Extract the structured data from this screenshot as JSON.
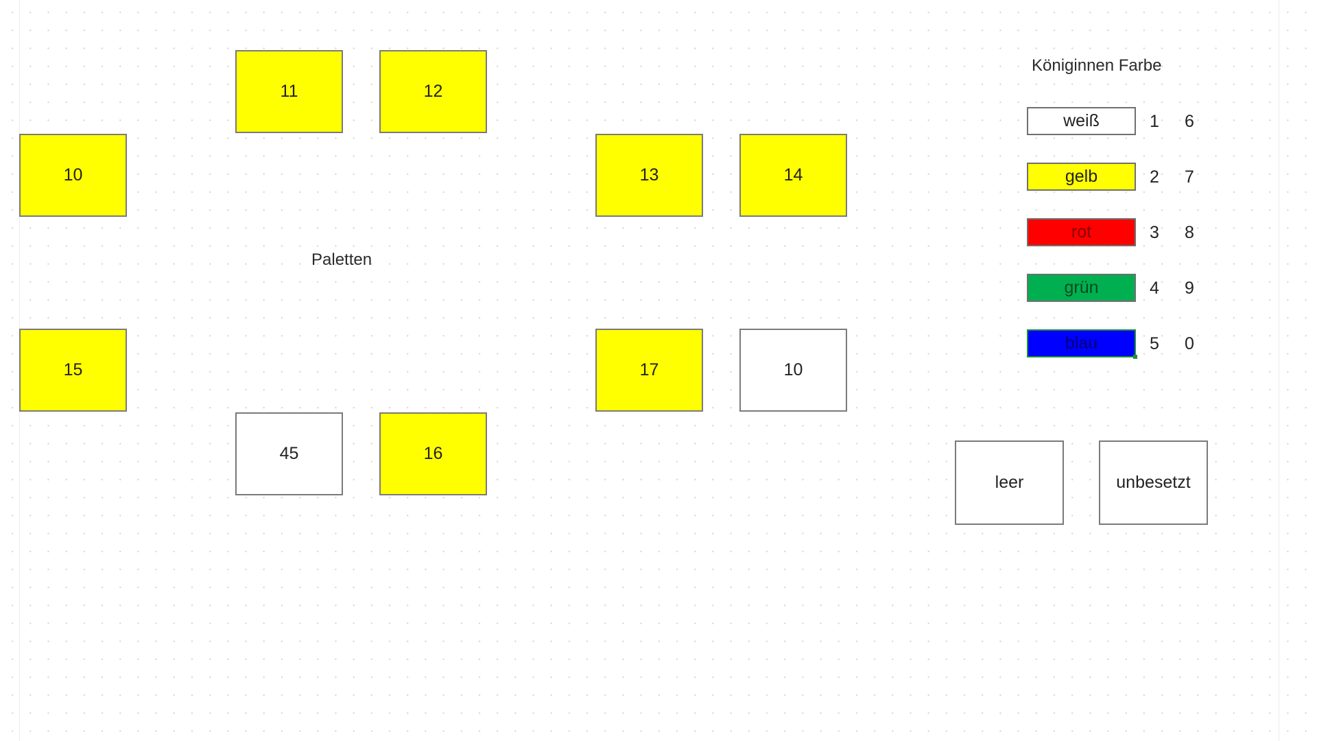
{
  "pallets": [
    {
      "label": "11",
      "fill": "#ffff00"
    },
    {
      "label": "12",
      "fill": "#ffff00"
    },
    {
      "label": "10",
      "fill": "#ffff00"
    },
    {
      "label": "13",
      "fill": "#ffff00"
    },
    {
      "label": "14",
      "fill": "#ffff00"
    },
    {
      "label": "15",
      "fill": "#ffff00"
    },
    {
      "label": "17",
      "fill": "#ffff00"
    },
    {
      "label": "10",
      "fill": "#ffffff"
    },
    {
      "label": "45",
      "fill": "#ffffff"
    },
    {
      "label": "16",
      "fill": "#ffff00"
    }
  ],
  "paletten_label": "Paletten",
  "legend": {
    "title": "Königinnen Farbe",
    "items": [
      {
        "label": "weiß",
        "color": "#ffffff",
        "text_color": "#222222",
        "num_a": "1",
        "num_b": "6"
      },
      {
        "label": "gelb",
        "color": "#ffff00",
        "text_color": "#222222",
        "num_a": "2",
        "num_b": "7"
      },
      {
        "label": "rot",
        "color": "#ff0000",
        "text_color": "#8a0000",
        "num_a": "3",
        "num_b": "8"
      },
      {
        "label": "grün",
        "color": "#00b050",
        "text_color": "#0a4a1e",
        "num_a": "4",
        "num_b": "9"
      },
      {
        "label": "blau",
        "color": "#0000ff",
        "text_color": "#00007a",
        "num_a": "5",
        "num_b": "0"
      }
    ]
  },
  "buttons": {
    "leer": "leer",
    "unbesetzt": "unbesetzt"
  }
}
